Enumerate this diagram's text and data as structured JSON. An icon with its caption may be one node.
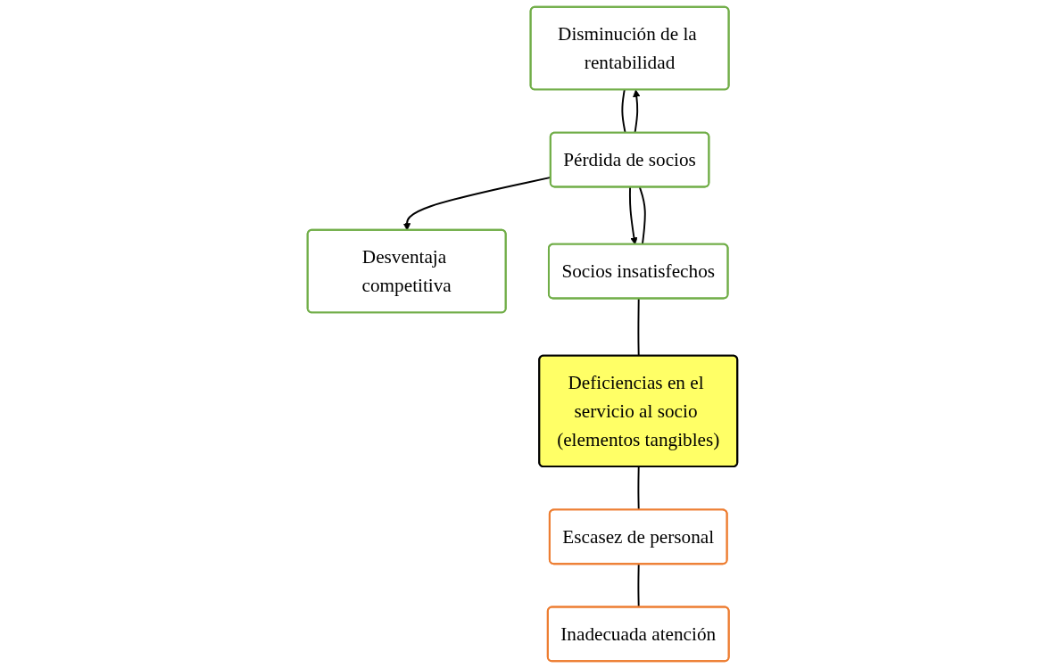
{
  "diagram": {
    "nodes": [
      {
        "text": [
          "Disminución de la rentabilidad"
        ]
      },
      {
        "text": [
          "Desventaja competitiva"
        ]
      },
      {
        "text": [
          "Pérdida de socios"
        ]
      },
      {
        "text": [
          "Socios insatisfechos"
        ]
      },
      {
        "text": [
          "Deficiencias en el servicio al socio (elementos tangibles)"
        ]
      },
      {
        "text": [
          "Escasez de personal"
        ]
      },
      {
        "text": [
          "Inadecuada atención"
        ]
      }
    ],
    "edges": [
      {
        "from": 2,
        "to": 1,
        "arrow": "to"
      },
      {
        "from": 2,
        "to": 0,
        "arrow": "to"
      },
      {
        "from": 2,
        "to": 3,
        "arrow": "to"
      },
      {
        "from": 0,
        "to": 2,
        "arrow": "none"
      },
      {
        "from": 2,
        "to": 3,
        "arrow": "none"
      },
      {
        "from": 3,
        "to": 4,
        "arrow": "none"
      },
      {
        "from": 4,
        "to": 5,
        "arrow": "none"
      },
      {
        "from": 5,
        "to": 6,
        "arrow": "none"
      }
    ]
  }
}
